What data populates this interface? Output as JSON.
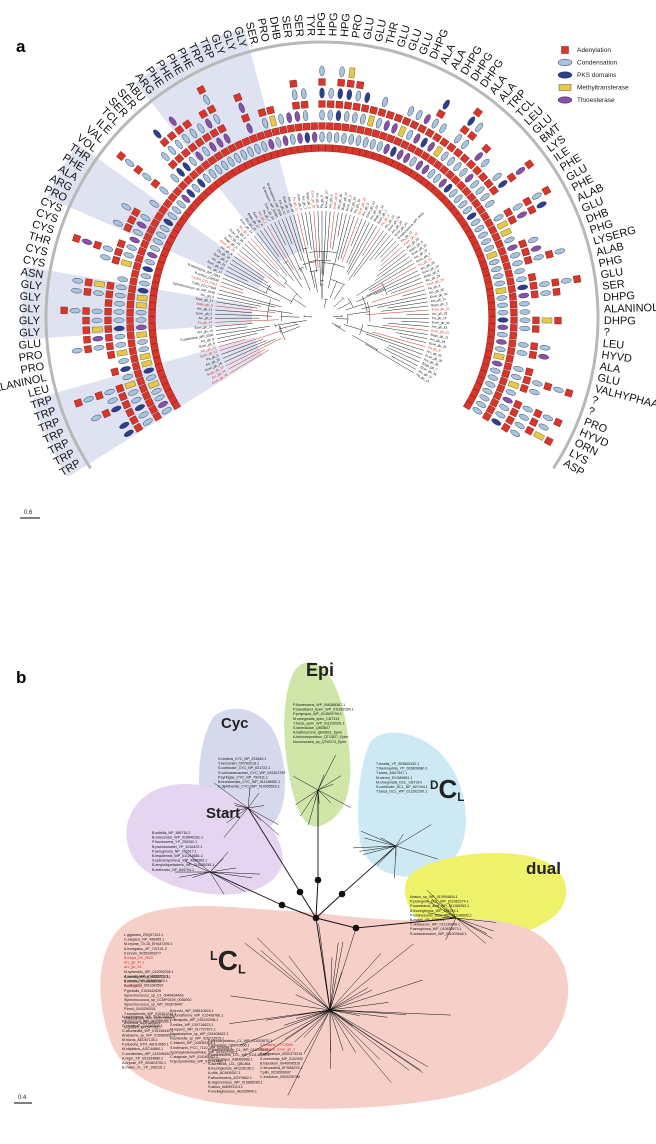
{
  "colors": {
    "adenylation": "#d9352b",
    "condensation": "#a9c4dd",
    "pks": "#2c3e8c",
    "methyltransferase": "#e6c84a",
    "thioesterase": "#8b4fa8",
    "highlight": "#dfe3f1",
    "red_leaf": "#d62828"
  },
  "panel_a": {
    "label": "a",
    "scale_label": "0.6",
    "legend": [
      {
        "key": "adenylation",
        "label": "Adenylation",
        "shape": "square"
      },
      {
        "key": "condensation",
        "label": "Condensation",
        "shape": "ellipse"
      },
      {
        "key": "pks",
        "label": "PKS domains",
        "shape": "ellipse"
      },
      {
        "key": "methyltransferase",
        "label": "Methyltransferase",
        "shape": "rect"
      },
      {
        "key": "thioesterase",
        "label": "Thioesterase",
        "shape": "ellipse"
      }
    ],
    "ring_labels": [
      "TRP",
      "TRP",
      "TRP",
      "TRP",
      "TRP",
      "TRP",
      "TRP",
      "LEU",
      "ALANINOL",
      "PRO",
      "PRO",
      "GLU",
      "GLY",
      "GLY",
      "GLY",
      "GLY",
      "GLY",
      "ASN",
      "CYS",
      "CYS",
      "THR",
      "CYS",
      "CYS",
      "CYS",
      "PRO",
      "ARG",
      "ALA",
      "PHE",
      "THR",
      "VOL",
      "VAL",
      "ILE",
      "TCL",
      "SER",
      "SER",
      "ABU",
      "ARG",
      "PHE",
      "PHE",
      "PHE",
      "PHE",
      "TRP",
      "TRP",
      "GLY",
      "GLY",
      "GLY",
      "SER",
      "PRO",
      "DHB",
      "SER",
      "SER",
      "TYR",
      "HPG",
      "HPG",
      "HPG",
      "PRO",
      "GLU",
      "GLU",
      "THR",
      "GLU",
      "GLU",
      "GLU",
      "DHPG",
      "ALA",
      "ALA",
      "DHPG",
      "DHPG",
      "DHPG",
      "ALA",
      "ALA",
      "TRP",
      "TCL",
      "LEU",
      "GLU",
      "BMT",
      "LYS",
      "ILE",
      "PHE",
      "GLU",
      "PHE",
      "ALAB",
      "GLU",
      "DHB",
      "PHG",
      "LYSERG",
      "ALAB",
      "PHG",
      "GLU",
      "SER",
      "DHPG",
      "ALANINOL",
      "DHPG",
      "?",
      "LEU",
      "HYVD",
      "ALA",
      "GLU",
      "VALHYPHAA",
      "?",
      "?",
      "PRO",
      "HYVD",
      "ORN",
      "LYS",
      "ASP"
    ],
    "leaf_labels": [
      "Ecwr_gb_48",
      "Arc_gb_54",
      "Bogo_gb_10",
      "Ecwr_gb_19",
      "Arc_gb_20",
      "Pa_gb_9",
      "Ecwr_gb_12",
      "Arc_gb_15",
      "Ecwr_gb_6",
      "Arc_gb_9",
      "S.agalactiae_WP_0000",
      "Arc_gb_13",
      "Ecwr_gb_21",
      "Pa_gb_14",
      "Arc_gb_3",
      "Ecwr_gb_5",
      "Arc_gb_11",
      "Bogo_gb_8",
      "Ecwr_gb_17",
      "Arc_gb_4",
      "Synechococcus_sp_WP_0158",
      "T.pilis_CCL77508",
      "T.nolon_CCL77512",
      "B.cereus_CMS38",
      "N.spumigena_WP_0063",
      "Arc_gb_17",
      "Ecwr_gb_23",
      "Arc_gb_21",
      "Ecwr_gb_2",
      "Pa_gb_18",
      "Arc_gb_8",
      "Ecwr_gb_25",
      "Bogo_gb_5",
      "Arc_gb_19",
      "Ecwr_gb_28",
      "Pa_gb_2",
      "Arc_gb_6",
      "Ecwr_gb_14",
      "Arc_gb_22",
      "Bogo_gb_17",
      "Ecwr_gb_9",
      "Arc_gb_1",
      "Pa_gb_7",
      "Ecwr_gb_16",
      "A.lehmanni_WP_00381",
      "M.aeruginosa_WP_0024",
      "Arc_gb_12",
      "Ecwr_gb_11",
      "Arc_gb_18",
      "Pa_gb_11",
      "Ecwr_gb_4",
      "Arc_gb_7",
      "Bogo_gb_2",
      "Ecwr_gb_20",
      "Arc_gb_14",
      "Pa_gb_5",
      "Ecwr_gb_27",
      "Arc_gb_2",
      "Ecwr_gb_8",
      "Arc_gb_16",
      "Bogo_gb_12",
      "Ecwr_gb_3",
      "Arc_gb_10",
      "Pa_gb_16",
      "Ecwr_gb_24",
      "Arc_gb_5",
      "Ecwr_gb_13",
      "Arc_gb_23",
      "Bogo_gb_14",
      "Ecwr_gb_1",
      "Pa_gb_3",
      "Arc_gb_24",
      "Ecwr_gb_26",
      "Arc_gb_25",
      "Ecwr_gb_15",
      "S.roseosporus_WP_0061",
      "Pa_gb_12",
      "Ecwr_gb_18",
      "Arc_gb_26",
      "Bogo_gb_6",
      "Ecwr_gb_22",
      "Arc_gb_27",
      "Ecwr_gb_7",
      "Pa_gb_10",
      "Arc_gb_28",
      "Ecwr_gb_10",
      "Bogo_gb_9",
      "Arc_gb_29",
      "Ecwr_gb_29",
      "Pa_gb_4",
      "Arc_gb_30",
      "Ecwr_gb_30",
      "Arc_gb_31",
      "Bogo_gb_3",
      "Ecwr_gb_31",
      "Arc_gb_32",
      "Pa_gb_15",
      "Ecwr_gb_32",
      "Arc_gb_33",
      "Ecwr_gb_33",
      "Bogo_gb_11",
      "Arc_gb_34",
      "Ecwr_gb_34",
      "Pa_gb_8",
      "Arc_gb_35",
      "Ecwr_gb_35",
      "Arc_gb_36",
      "Bogo_gb_7",
      "Ecwr_gb_36",
      "Arc_gb_37",
      "Pa_gb_13"
    ],
    "red_leaf_indices": [
      0,
      1,
      2,
      6,
      7,
      13,
      17,
      22,
      31,
      36,
      41,
      49,
      53,
      58,
      64,
      70,
      77,
      83,
      88,
      94,
      99,
      103
    ]
  },
  "panel_b": {
    "label": "b",
    "scale_label": "0.4",
    "clades": [
      {
        "id": "epi",
        "label": "Epi",
        "sub": "",
        "sup": "",
        "color": "#cfe6a8",
        "leaves": [
          "P.fluorescens_WP_046388367.1",
          "P.savastanoi_Epim_WP_011082264.1",
          "P.polymyxa_WP_014599799.1",
          "M.smegmatis_epim_CBT314",
          "T.fusca_epim_WP_011292091.1",
          "S.lavendulae_QBI3607",
          "A.baltimyrcina_QBI3621_Epim",
          "A.teichomyceticus_QTGA27_Epim",
          "Nonomuraea_sp_QTW274_Epim"
        ]
      },
      {
        "id": "cyc",
        "label": "Cyc",
        "sub": "",
        "sup": "",
        "color": "#d6d8ec",
        "leaves": [
          "V.cholera_CYC_NP_231840.1",
          "Y.bercovieri_CRY89218.1",
          "S.coelicolor_CYC_NP_631722.1",
          "S.colinussecaceae_CYC_WP_019301749",
          "P.syringae_CYC_NP_792411.1",
          "B.brantcenata_CYC_WP_011146952.1",
          "C.diphtheriae_CYC_WP_010935523.1"
        ]
      },
      {
        "id": "dcl",
        "label": "C",
        "sub": "L",
        "sup": "D",
        "color": "#cdeaf4",
        "leaves": [
          "T.tenella_YP_003609102.1",
          "T.thermophila_YP_003609080.1",
          "T.alvea_AA07447.1",
          "M.stermi_EXG89851.1",
          "M.smegmatis_DCL_CBT314",
          "S.coelicolor_DCL_NP_627444.1",
          "T.fusca_DCL_WP_011292290.1"
        ]
      },
      {
        "id": "start",
        "label": "Start",
        "sub": "",
        "sup": "",
        "color": "#e5d5f0",
        "leaves": [
          "B.subtilis_NP_389716.2",
          "B.velezensis_WP_015840161.1",
          "P.fluorescens_YP_259262.1",
          "B.pseudomallei_YP_1016422.1",
          "P.aeruginosa_NP_252017.1",
          "B.tequilensis_WP_011218881.1",
          "S.lydicamycinicus_WP_4088365.1",
          "B.amyloliquefaciens_WP_015585261.1",
          "B.anthracis_NP_844704.1"
        ]
      },
      {
        "id": "dual",
        "label": "dual",
        "sub": "",
        "sup": "",
        "color": "#eef26a",
        "leaves": [
          "Nostoc_sp_WP_010994604.1",
          "P.protegens_DCL_WP_011062274.1",
          "P.savastanoi_dual_WP_011168263.1",
          "B.thuringiensis_WP_784749.1",
          "P.luminescens_dual_WP_011146692.1",
          "B.mallei_YP_10215.1",
          "C.violaceum_WP_011136048.1",
          "P.aeruginosa_WP_010835873.1",
          "R.solanacearum_WP_011003646.1"
        ]
      },
      {
        "id": "lcl",
        "label": "C",
        "sub": "L",
        "sup": "L",
        "color": "#f6cfc8",
        "leaves": [
          "L.gigantea_ZSQ97124.1",
          "C.elegans_NP_496465.1",
          "M.oryzae_70-15_EHA47209.1",
          "A.fumigatus_XP_747101.2",
          "K.brevis_00353409377",
          "B.tulipa_UK_0022",
          "Arc_gb_47.1",
          "Arc_gb_26",
          "M.sylvestris_WP_012092294.1",
          "A.woodii_WP_014355251.1",
          "K.brevis_WP_015523602.1",
          "A.catenella_0011643597",
          "A.hemispherica_0020713711",
          "K.microm_0049060013",
          "Ecwr_gb_7",
          "P.globalis_0103442626",
          "Synechococcus_sp_C1_0049434493",
          "Synechococcus_sp_CCMP2439_0036902",
          "Synechococcus_sp_WP_003678447",
          "P.bnol_0043290201",
          "T.septaformis_WP_015161214.1",
          "G.lilassensis_WP_023173007.1",
          "B.cereus_ACK55336.1",
          "N.gruberi_EFC47758.1",
          "B.brevis_WP_096110623.1",
          "N.punctiforme_WP_012408786.1",
          "C.sinapidis_WP_015220296.1",
          "S.milles_WP_015716623.1",
          "M.repens_WP_017727871.1",
          "Hapalosiphon_sp_WP_024404622.1",
          "Fischerella_sp_WP_026723915.1",
          "C.fritschii_WP_026087604.1",
          "S.hofmanni_PCC_7110_WP_029096.1",
          "T.campylodemeaifolius_WP_041032236.1",
          "C.stagnale_WP_015165552.1",
          "N.lycopodioides_WP_015747485.1",
          "N.spumigena_WP_003672551.1",
          "P.formosum_WP_017308396.1",
          "G.inhaleum_CAA62546.1",
          "O.acuminata_WP_015148442.1",
          "Anabaena_sp_WP_015080652.1",
          "M.fulvus_AED67135.1",
          "P.pilosella_STR_ABJ14960.1",
          "M.stipitatus_AGC44860.1",
          "C.coralloides_WP_014396452.1",
          "A.niger_XP_001394880.2",
          "A.oryzae_XP_001824700.1",
          "B.mallei_CL_YP_106216.1",
          "P.alencarpecirlus_CL_WP_011003670.1",
          "P.tetrasticta_CBM70506.1",
          "R.solanacearum_CL_WP_011003640.1",
          "P.luminescens_LCL_WP_011146692.1",
          "S.fungicidicus_ABD69988.1",
          "S.aureiticus_LCL_QBL864",
          "B.thuringiensis_AFQ18136.1",
          "A.vitis_ACM09347.1",
          "P.afluorescens_AGY9862.1",
          "B.oligoclonicus_WP_015885289.1",
          "S.albus_AMM91114.1",
          "P.nucilagineosus_AEA35649.1",
          "S.lividans_KTC3049",
          "P.oshawa_Ecwr_gb_7",
          "P.arbitrarium_0000373215",
          "S.cerevisiae_MP_0102000",
          "B.tripudium_0040096516",
          "C.leucanthia_KFI656276.1",
          "T.pilis_0016506997",
          "C.evolutum_0003226799"
        ]
      }
    ],
    "red_leaves": [
      "B.tulipa_UK_0022",
      "Arc_gb_47.1",
      "Arc_gb_26",
      "Ecwr_gb_7",
      "S.lividans_KTC3049",
      "P.oshawa_Ecwr_gb_7"
    ]
  }
}
